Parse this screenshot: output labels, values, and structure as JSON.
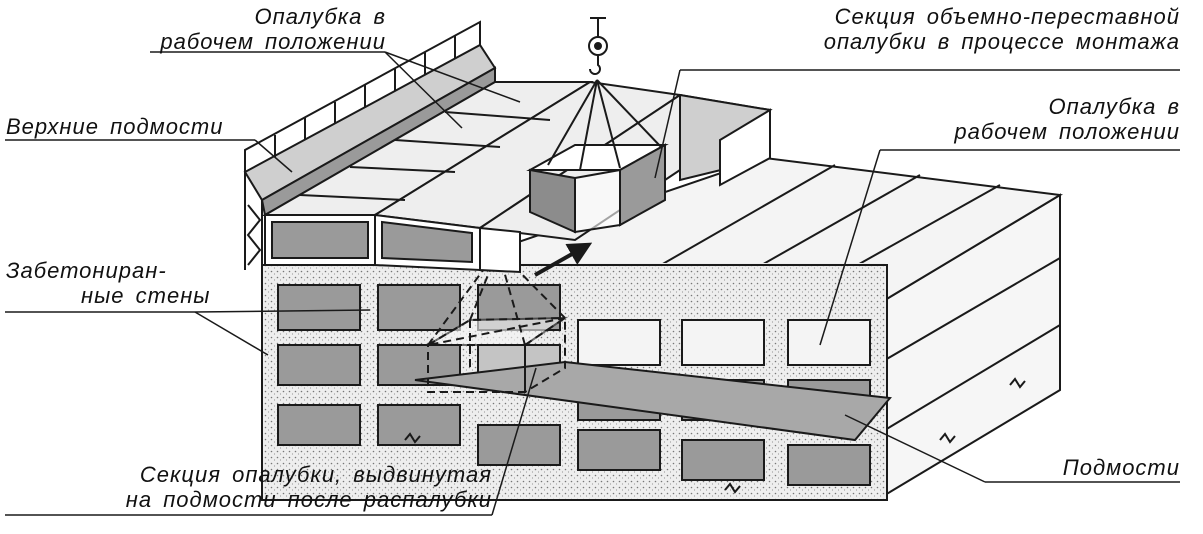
{
  "labels": {
    "formwork_working_top": [
      "Опалубка в",
      "рабочем положении"
    ],
    "section_assembly": [
      "Секция объемно-переставной",
      "опалубки в процессе монтажа"
    ],
    "upper_scaffold": "Верхние подмости",
    "formwork_working_right": [
      "Опалубка в",
      "рабочем положении"
    ],
    "concreted_walls": [
      "Забетониран-",
      "ные стены"
    ],
    "section_extended": [
      "Секция опалубки, выдвинутая",
      "на подмости после распалубки"
    ],
    "scaffold": "Подмости"
  },
  "colors": {
    "line": "#1a1a1a",
    "concrete": "#e9e9e9",
    "dark_fill": "#9a9a9a",
    "mid_fill": "#d0d0d0",
    "light_fill": "#f4f4f4"
  }
}
